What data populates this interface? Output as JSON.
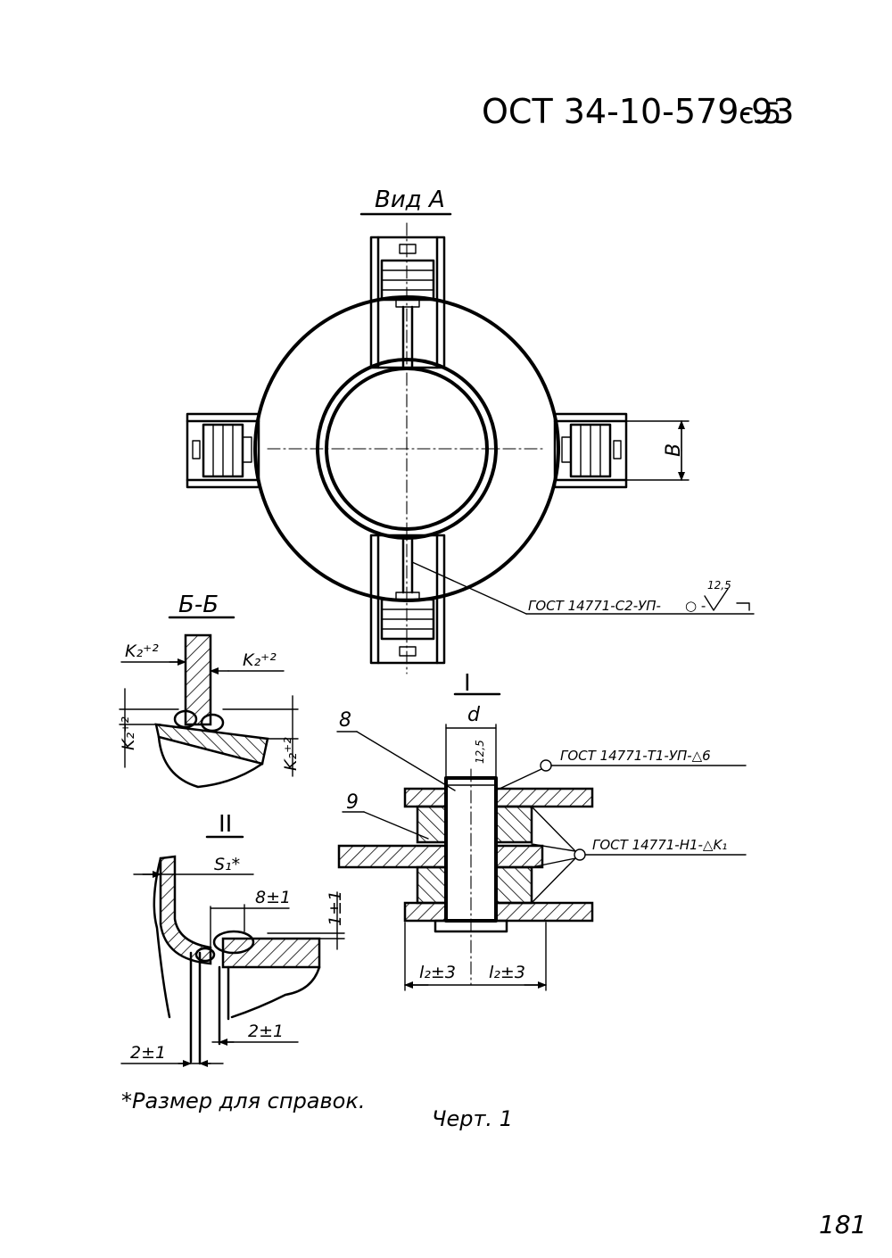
{
  "header": {
    "doc_number": "ОСТ 34-10-579-93",
    "page_ref": "с.5"
  },
  "view_a": {
    "title": "Вид А",
    "dim_b": "В",
    "weld_note": "ГОСТ 14771-С2-УП-",
    "roughness": "12,5"
  },
  "section_bb": {
    "title": "Б-Б",
    "k2": "K₂⁺²"
  },
  "detail_i": {
    "title": "I",
    "dim_d": "d",
    "roughness": "12,5",
    "pos_8": "8",
    "pos_9": "9",
    "weld_note_1": "ГОСТ 14771-Т1-УП-△6",
    "weld_note_2": "ГОСТ 14771-Н1-△K₁",
    "dim_l2_left": "l₂±3",
    "dim_l2_right": "l₂±3"
  },
  "detail_ii": {
    "title": "II",
    "dim_s1": "S₁*",
    "dim_8": "8±1",
    "dim_1": "1±1",
    "dim_2a": "2±1",
    "dim_2b": "2±1"
  },
  "footnote": "*Размер для справок.",
  "caption": "Черт. 1",
  "page_number": "181"
}
